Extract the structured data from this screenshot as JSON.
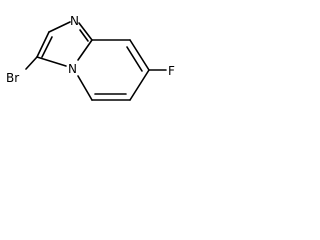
{
  "molecule": {
    "atoms": {
      "n_top": "N",
      "n_bridge": "N",
      "br": "Br",
      "f": "F"
    },
    "colors": {
      "bond": "#000000",
      "label": "#000000",
      "background": "#ffffff"
    }
  }
}
